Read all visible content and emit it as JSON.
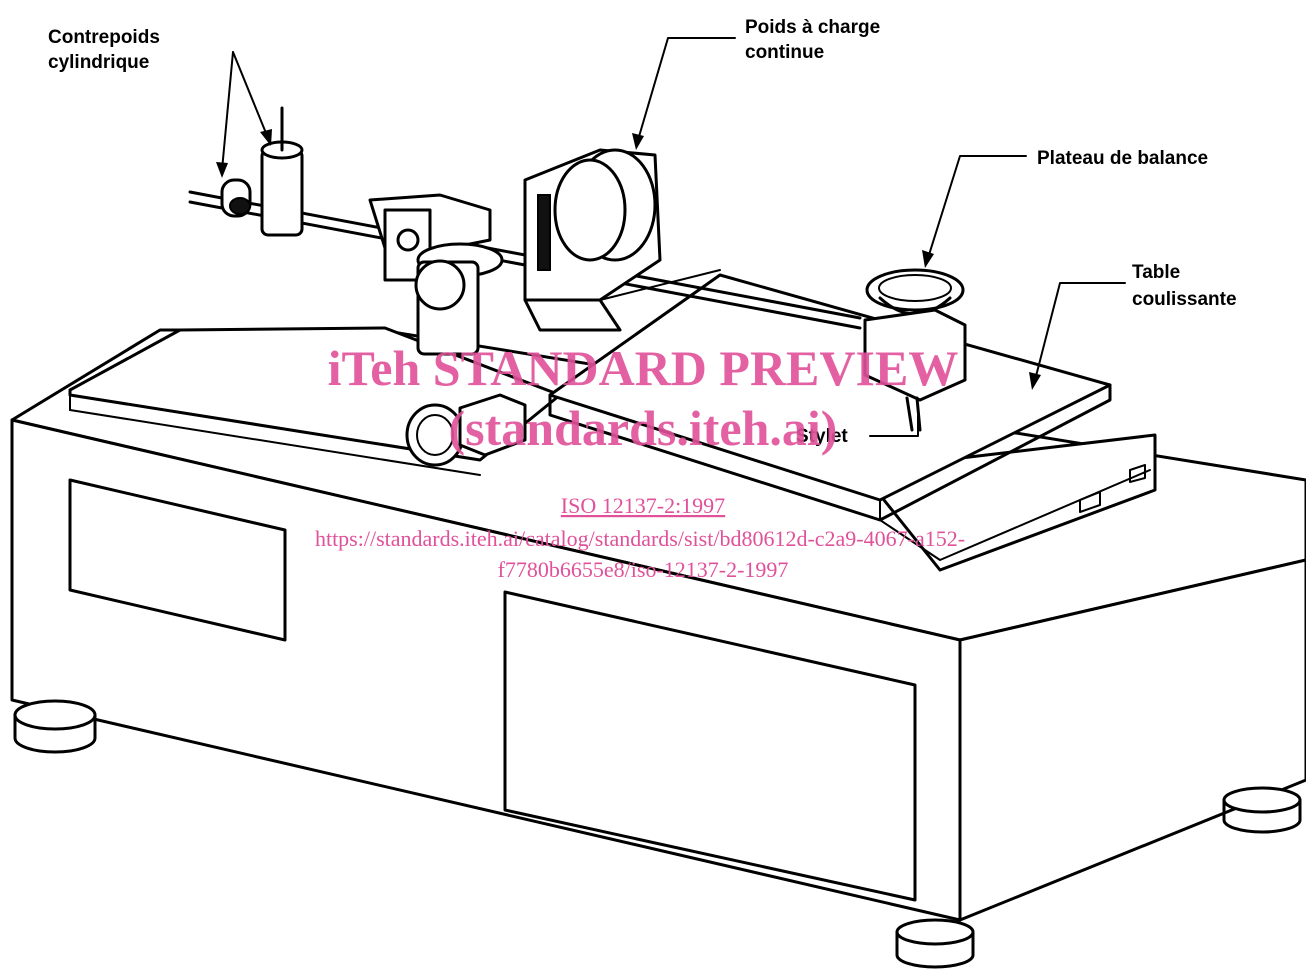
{
  "labels": {
    "contrepoids": [
      "Contrepoids",
      "cylindrique"
    ],
    "poids": [
      "Poids à charge",
      "continue"
    ],
    "plateau": "Plateau de balance",
    "table": [
      "Table",
      "coulissante"
    ],
    "stylet": "Stylet"
  },
  "watermark": {
    "title": "iTeh STANDARD PREVIEW",
    "subtitle": "(standards.iteh.ai)",
    "iso": "ISO 12137-2:1997",
    "url_line1": "https://standards.iteh.ai/catalog/standards/sist/bd80612d-c2a9-4067-a152-",
    "url_line2": "f7780b6655e8/iso-12137-2-1997"
  },
  "colors": {
    "line": "#000000",
    "watermark": "#e0519a",
    "background": "#ffffff"
  }
}
